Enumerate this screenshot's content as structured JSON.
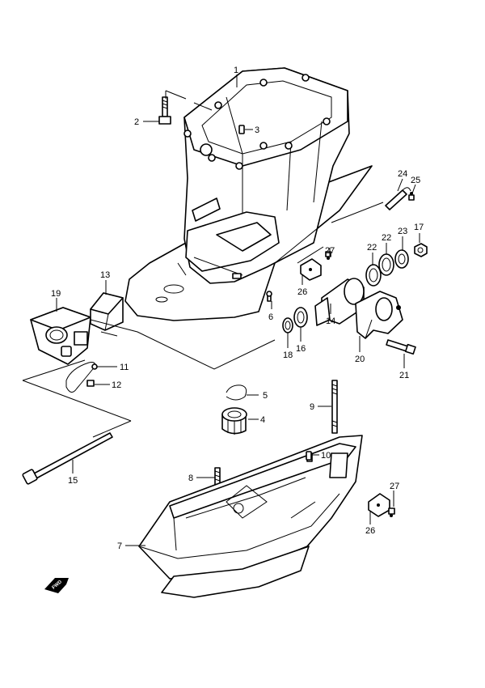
{
  "callouts": {
    "c1": "1",
    "c2": "2",
    "c3": "3",
    "c4": "4",
    "c5": "5",
    "c6": "6",
    "c7": "7",
    "c8": "8",
    "c9": "9",
    "c10": "10",
    "c11": "11",
    "c12": "12",
    "c13": "13",
    "c14": "14",
    "c15": "15",
    "c16": "16",
    "c17": "17",
    "c18": "18",
    "c19": "19",
    "c20": "20",
    "c21": "21",
    "c22a": "22",
    "c22b": "22",
    "c23": "23",
    "c24": "24",
    "c25": "25",
    "c26a": "26",
    "c26b": "26",
    "c27a": "27",
    "c27b": "27"
  },
  "direction_badge": "FWD"
}
